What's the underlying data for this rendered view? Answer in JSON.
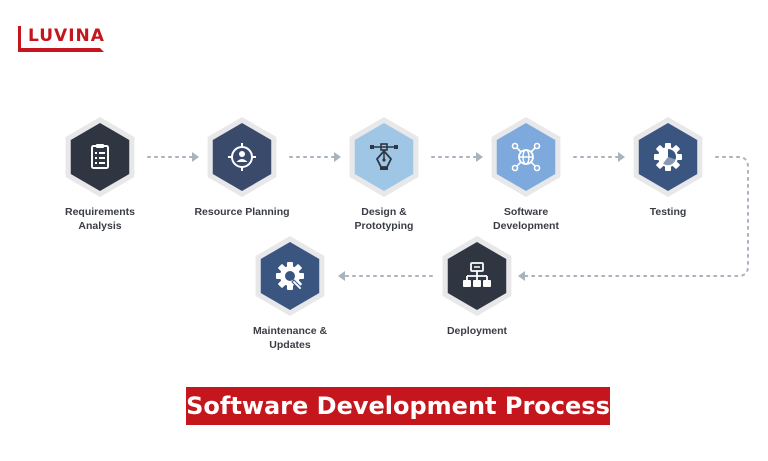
{
  "brand": {
    "name": "LUVINA",
    "color": "#c4161c"
  },
  "steps": [
    {
      "label": "Requirements\nAnalysis",
      "icon": "checklist-icon",
      "color": "#2f3541"
    },
    {
      "label": "Resource Planning",
      "icon": "target-person-icon",
      "color": "#3a4a6b"
    },
    {
      "label": "Design &\nPrototyping",
      "icon": "pen-tool-icon",
      "color": "#9fc6e4"
    },
    {
      "label": "Software\nDevelopment",
      "icon": "network-globe-icon",
      "color": "#7ea9dc"
    },
    {
      "label": "Testing",
      "icon": "gear-chart-icon",
      "color": "#3a5580"
    },
    {
      "label": "Deployment",
      "icon": "server-hierarchy-icon",
      "color": "#2f3541"
    },
    {
      "label": "Maintenance &\nUpdates",
      "icon": "gear-wrench-icon",
      "color": "#3a5580"
    }
  ],
  "title": "Software Development Process",
  "colors": {
    "arrow": "#a9b2bd",
    "title_bg": "#c4161c",
    "label_text": "#3a3d45"
  }
}
